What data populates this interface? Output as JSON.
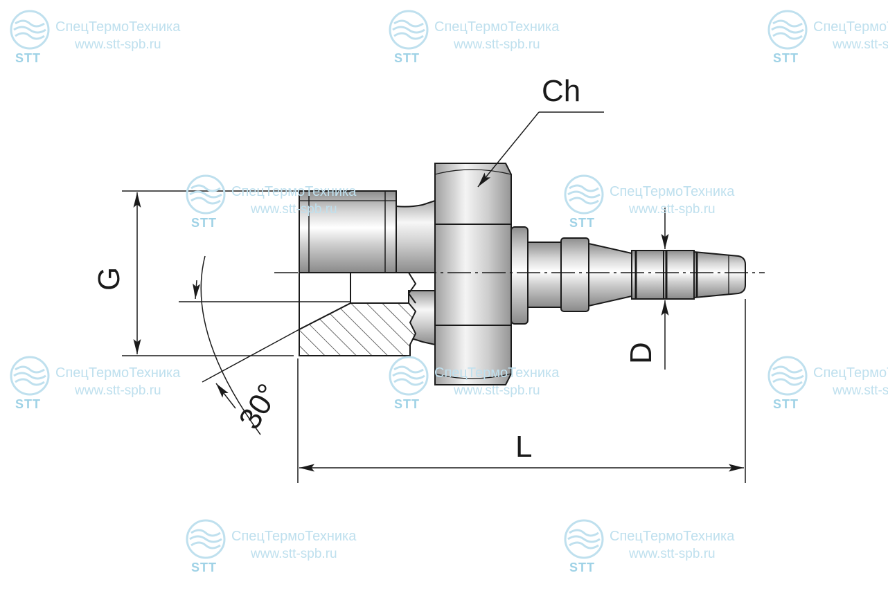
{
  "labels": {
    "wrench_size": "Ch",
    "thread": "G",
    "hose_diameter": "D",
    "length": "L",
    "angle": "30°"
  },
  "watermark": {
    "company": "СпецТермоТехника",
    "website": "www.stt-spb.ru",
    "abbr": "STT"
  },
  "colors": {
    "line": "#1a1a1a",
    "metal_light": "#f2f2f2",
    "metal_mid": "#c9c9c9",
    "metal_dark": "#8e8e8e",
    "watermark": "#bfe0ee"
  }
}
